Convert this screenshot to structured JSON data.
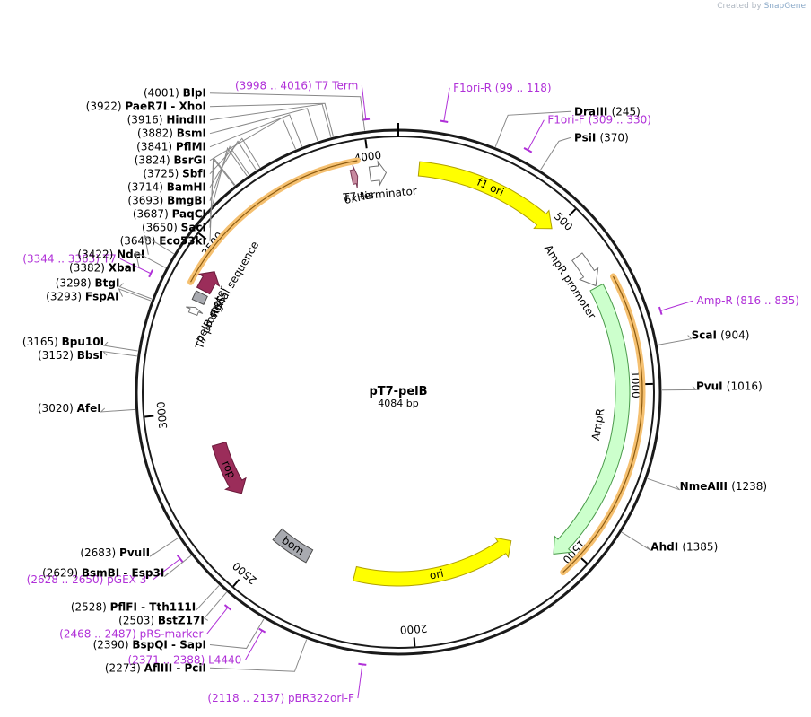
{
  "header": {
    "created_by": "Created by",
    "brand": "SnapGene"
  },
  "plasmid": {
    "name": "pT7-pelB",
    "length": 4084,
    "length_label": "4084 bp"
  },
  "ticks": [
    {
      "bp": 500,
      "label": "500"
    },
    {
      "bp": 1000,
      "label": "1000"
    },
    {
      "bp": 1500,
      "label": "1500"
    },
    {
      "bp": 2000,
      "label": "2000"
    },
    {
      "bp": 2500,
      "label": "2500"
    },
    {
      "bp": 3000,
      "label": "3000"
    },
    {
      "bp": 3500,
      "label": "3500"
    },
    {
      "bp": 4000,
      "label": "4000"
    }
  ],
  "enzymes": [
    {
      "name": "BlpI",
      "pos": "(4001)",
      "bp": 4001,
      "side": "left"
    },
    {
      "name": "PaeR7I  - XhoI",
      "pos": "(3922)",
      "bp": 3922,
      "side": "left"
    },
    {
      "name": "HindIII",
      "pos": "(3916)",
      "bp": 3916,
      "side": "left"
    },
    {
      "name": "BsmI",
      "pos": "(3882)",
      "bp": 3882,
      "side": "left"
    },
    {
      "name": "PflMI",
      "pos": "(3841)",
      "bp": 3841,
      "side": "left"
    },
    {
      "name": "BsrGI",
      "pos": "(3824)",
      "bp": 3824,
      "side": "left"
    },
    {
      "name": "SbfI",
      "pos": "(3725)",
      "bp": 3725,
      "side": "left"
    },
    {
      "name": "BamHI",
      "pos": "(3714)",
      "bp": 3714,
      "side": "left"
    },
    {
      "name": "BmgBI",
      "pos": "(3693)",
      "bp": 3693,
      "side": "left"
    },
    {
      "name": "PaqCI",
      "pos": "(3687)",
      "bp": 3687,
      "side": "left"
    },
    {
      "name": "SacI",
      "pos": "(3650)",
      "bp": 3650,
      "side": "left"
    },
    {
      "name": "Eco53kI",
      "pos": "(3648)",
      "bp": 3648,
      "side": "left"
    },
    {
      "name": "NdeI",
      "pos": "(3422)",
      "bp": 3422,
      "side": "left"
    },
    {
      "name": "XbaI",
      "pos": "(3382)",
      "bp": 3382,
      "side": "left"
    },
    {
      "name": "BtgI",
      "pos": "(3298)",
      "bp": 3298,
      "side": "left"
    },
    {
      "name": "FspAI",
      "pos": "(3293)",
      "bp": 3293,
      "side": "left"
    },
    {
      "name": "Bpu10I",
      "pos": "(3165)",
      "bp": 3165,
      "side": "left"
    },
    {
      "name": "BbsI",
      "pos": "(3152)",
      "bp": 3152,
      "side": "left"
    },
    {
      "name": "AfeI",
      "pos": "(3020)",
      "bp": 3020,
      "side": "left"
    },
    {
      "name": "PvuII",
      "pos": "(2683)",
      "bp": 2683,
      "side": "left"
    },
    {
      "name": "BsmBI  - Esp3I",
      "pos": "(2629)",
      "bp": 2629,
      "side": "left"
    },
    {
      "name": "PflFI  - Tth111I",
      "pos": "(2528)",
      "bp": 2528,
      "side": "left"
    },
    {
      "name": "BstZ17I",
      "pos": "(2503)",
      "bp": 2503,
      "side": "left"
    },
    {
      "name": "BspQI  - SapI",
      "pos": "(2390)",
      "bp": 2390,
      "side": "left"
    },
    {
      "name": "AflIII  - PciI",
      "pos": "(2273)",
      "bp": 2273,
      "side": "left"
    },
    {
      "name": "DraIII",
      "pos": "(245)",
      "bp": 245,
      "side": "right"
    },
    {
      "name": "PsiI",
      "pos": "(370)",
      "bp": 370,
      "side": "right"
    },
    {
      "name": "ScaI",
      "pos": "(904)",
      "bp": 904,
      "side": "right"
    },
    {
      "name": "PvuI",
      "pos": "(1016)",
      "bp": 1016,
      "side": "right"
    },
    {
      "name": "NmeAIII",
      "pos": "(1238)",
      "bp": 1238,
      "side": "right"
    },
    {
      "name": "AhdI",
      "pos": "(1385)",
      "bp": 1385,
      "side": "right"
    }
  ],
  "primers": [
    {
      "name": "T7 Term",
      "range": "(3998 .. 4016)",
      "start": 3998,
      "end": 4016
    },
    {
      "name": "F1ori-R",
      "range": "(99 .. 118)",
      "start": 99,
      "end": 118
    },
    {
      "name": "F1ori-F",
      "range": "(309 .. 330)",
      "start": 309,
      "end": 330
    },
    {
      "name": "Amp-R",
      "range": "(816 .. 835)",
      "start": 816,
      "end": 835
    },
    {
      "name": "T7",
      "range": "(3344 .. 3363)",
      "start": 3344,
      "end": 3363
    },
    {
      "name": "pGEX 3'",
      "range": "(2628 .. 2650)",
      "start": 2628,
      "end": 2650
    },
    {
      "name": "pRS-marker",
      "range": "(2468 .. 2487)",
      "start": 2468,
      "end": 2487
    },
    {
      "name": "L4440",
      "range": "(2371 .. 2388)",
      "start": 2371,
      "end": 2388
    },
    {
      "name": "pBR322ori-F",
      "range": "(2118 .. 2137)",
      "start": 2118,
      "end": 2137
    }
  ],
  "features": [
    {
      "name": "f1 ori",
      "start": 60,
      "end": 490,
      "radius": 250,
      "width": 16,
      "color": "#ffff00",
      "stroke": "#b0a000",
      "dir": 1,
      "label_inside": true
    },
    {
      "name": "AmpR promoter",
      "start": 600,
      "end": 700,
      "radius": 250,
      "width": 14,
      "color": "#ffffff",
      "stroke": "#707070",
      "dir": 1,
      "label_inside": false
    },
    {
      "name": "AmpR",
      "start": 705,
      "end": 1545,
      "radius": 250,
      "width": 16,
      "color": "#ccffcc",
      "stroke": "#4a9a4a",
      "dir": 1,
      "label_inside": false
    },
    {
      "name": "ori",
      "start": 1620,
      "end": 2195,
      "radius": 208,
      "width": 16,
      "color": "#ffff00",
      "stroke": "#b0a000",
      "dir": -1,
      "label_inside": true
    },
    {
      "name": "bom",
      "start": 2365,
      "end": 2500,
      "radius": 208,
      "width": 16,
      "color": "#a8aab0",
      "stroke": "#4a4a4a",
      "dir": 0,
      "label_inside": true
    },
    {
      "name": "rop",
      "start": 2690,
      "end": 2880,
      "radius": 208,
      "width": 16,
      "color": "#9b2d5a",
      "stroke": "#6a1a3a",
      "dir": -1,
      "label_inside": true,
      "label_color": "#ffffff"
    },
    {
      "name": "T7 promoter",
      "start": 3300,
      "end": 3320,
      "radius": 245,
      "width": 10,
      "color": "#ffffff",
      "stroke": "#707070",
      "dir": 1,
      "label_inside": false
    },
    {
      "name": "RBS",
      "start": 3338,
      "end": 3365,
      "radius": 245,
      "width": 14,
      "color": "#a8aab0",
      "stroke": "#4a4a4a",
      "dir": 0,
      "label_inside": false
    },
    {
      "name": "pelB signal sequence",
      "start": 3375,
      "end": 3440,
      "radius": 245,
      "width": 16,
      "color": "#9b2d5a",
      "stroke": "#6a1a3a",
      "dir": 1,
      "label_inside": false
    },
    {
      "name": "6xHis",
      "start": 3945,
      "end": 3963,
      "radius": 245,
      "width": 16,
      "color": "#c88aa0",
      "stroke": "#7a3a55",
      "dir": 1,
      "label_inside": false
    },
    {
      "name": "T7 terminator",
      "start": 4000,
      "end": 4048,
      "radius": 245,
      "width": 16,
      "color": "#ffffff",
      "stroke": "#707070",
      "dir": 1,
      "label_inside": false
    }
  ],
  "orf_highlights": [
    {
      "start": 3380,
      "end": 3970,
      "radius": 262,
      "color": "#f5c070"
    },
    {
      "start": 700,
      "end": 1560,
      "radius": 272,
      "color": "#f5c070"
    }
  ]
}
